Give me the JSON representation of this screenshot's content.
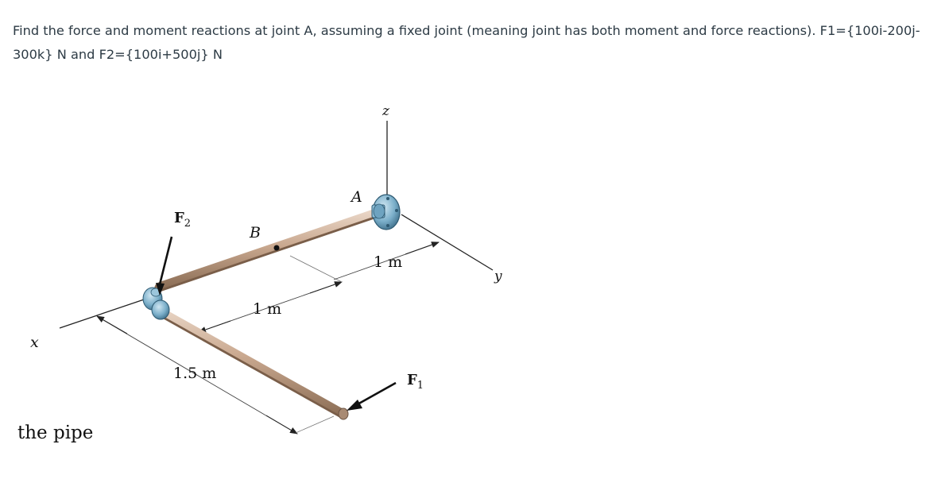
{
  "question": {
    "text": "Find the force and moment reactions at joint A, assuming a fixed joint (meaning joint has both moment and force reactions). F1={100i-200j-300k} N and F2={100i+500j} N"
  },
  "figure": {
    "labels": {
      "z": "z",
      "y": "y",
      "x": "x",
      "A": "A",
      "B": "B",
      "F2_main": "F",
      "F2_sub": "2",
      "F1_main": "F",
      "F1_sub": "1",
      "dim_1m_top": "1 m",
      "dim_1m_mid": "1 m",
      "dim_1_5m": "1.5 m"
    },
    "caption": "the pipe"
  },
  "colors": {
    "pipe": "#c9a88f",
    "pipe_dark": "#8e7058",
    "fitting": "#7aaec9",
    "text": "#2d3b45"
  }
}
